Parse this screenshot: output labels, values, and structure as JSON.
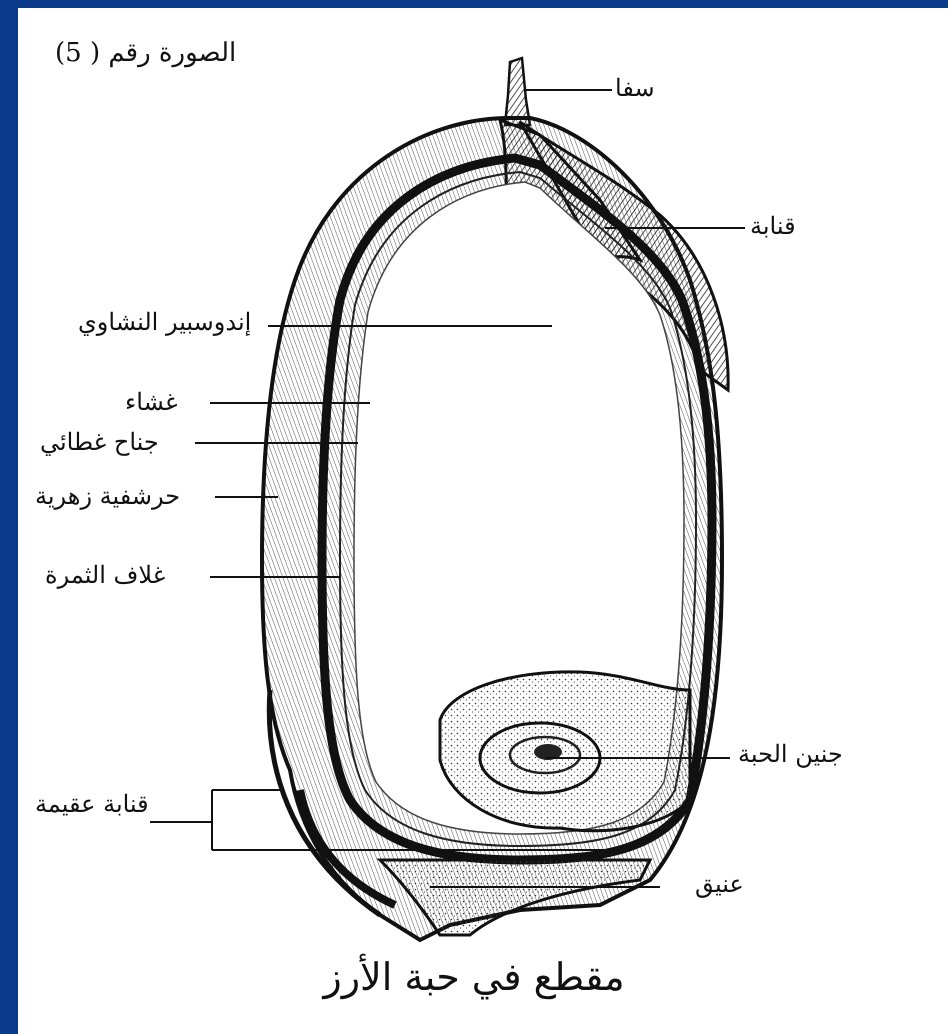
{
  "figure_number": "الصورة رقم ( 5)",
  "caption": "مقطع في حبة الأرز",
  "labels": {
    "awn": "سفا",
    "lemma": "قنابة",
    "starchy_endosperm": "إندوسبير النشاوي",
    "membrane": "غشاء",
    "palea": "جناح غطائي",
    "lodicule": "حرشفية زهرية",
    "pericarp": "غلاف الثمرة",
    "sterile_lemma": "قنابة عقيمة",
    "embryo": "جنين الحبة",
    "rachilla": "عنيق"
  },
  "colors": {
    "border": "#0b3a8a",
    "ink": "#111111",
    "paper": "#ffffff"
  }
}
